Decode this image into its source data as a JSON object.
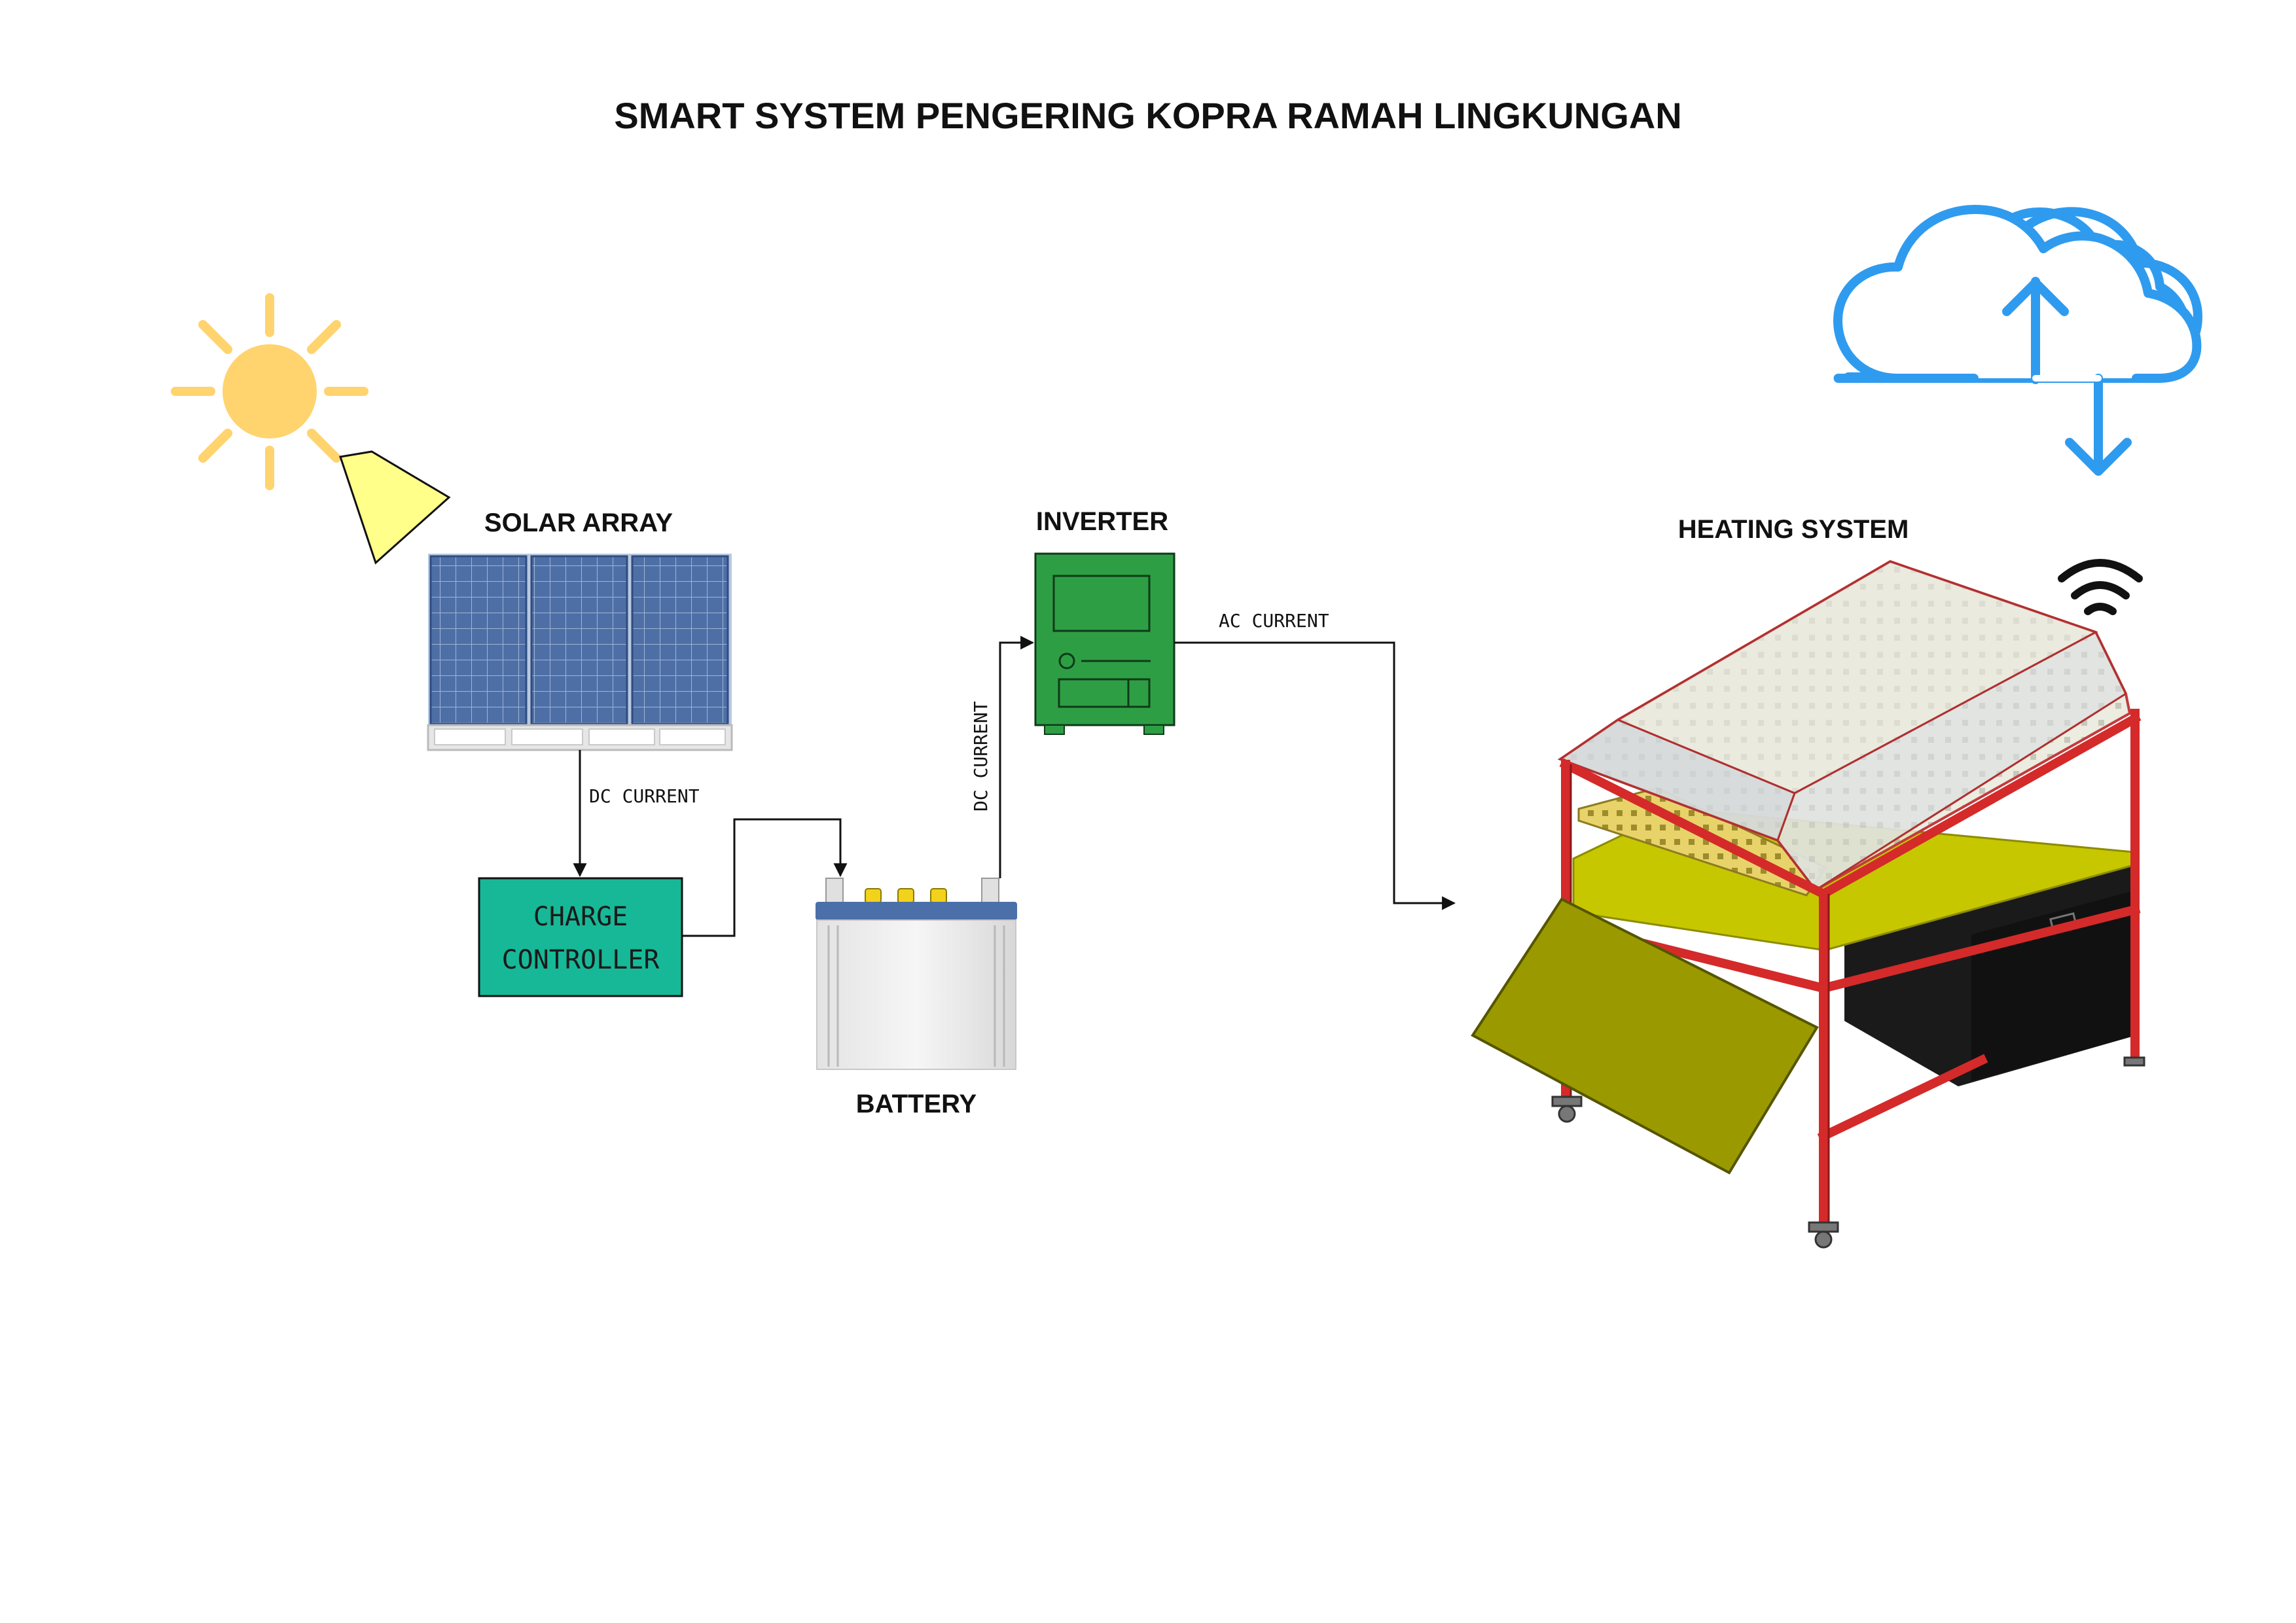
{
  "title": "SMART SYSTEM PENGERING KOPRA RAMAH LINGKUNGAN",
  "components": {
    "solar_array": "SOLAR ARRAY",
    "charge_controller_line1": "CHARGE",
    "charge_controller_line2": "CONTROLLER",
    "battery": "BATTERY",
    "inverter": "INVERTER",
    "heating_system": "HEATING SYSTEM"
  },
  "flows": {
    "dc_current_1": "DC CURRENT",
    "dc_current_2": "DC CURRENT",
    "ac_current": "AC CURRENT"
  },
  "icons": {
    "sun": "sun-icon",
    "light_beam": "light-beam-icon",
    "cloud": "cloud-upload-download-icon",
    "wifi": "wifi-icon"
  },
  "colors": {
    "sun": "#FFD36E",
    "beam": "#FFFF8A",
    "panel": "#4E6FA6",
    "controller": "#17B897",
    "inverter": "#2E9E45",
    "cloud": "#2F9BEF",
    "frame": "#D42A2A",
    "tray": "#C7C700",
    "door": "#9A9A00"
  }
}
